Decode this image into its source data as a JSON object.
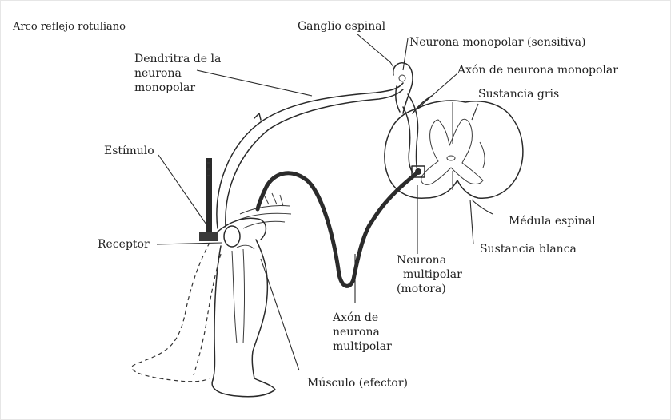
{
  "diagram": {
    "title": "Arco reflejo rotuliano",
    "labels": {
      "ganglio_espinal": "Ganglio espinal",
      "neurona_monopolar": "Neurona monopolar (sensitiva)",
      "dendrita_line1": "Dendritra de la",
      "dendrita_line2": "neurona",
      "dendrita_line3": "monopolar",
      "axon_monopolar": "Axón de neurona monopolar",
      "sustancia_gris": "Sustancia gris",
      "estimulo": "Estímulo",
      "medula_espinal": "Médula espinal",
      "receptor": "Receptor",
      "sustancia_blanca": "Sustancia blanca",
      "neurona_multi_line1": "Neurona",
      "neurona_multi_line2": "multipolar",
      "neurona_multi_line3": "(motora)",
      "axon_multi_line1": "Axón de",
      "axon_multi_line2": "neurona",
      "axon_multi_line3": "multipolar",
      "musculo": "Músculo (efector)"
    },
    "colors": {
      "ink": "#2a2a2a",
      "background": "#ffffff"
    }
  }
}
